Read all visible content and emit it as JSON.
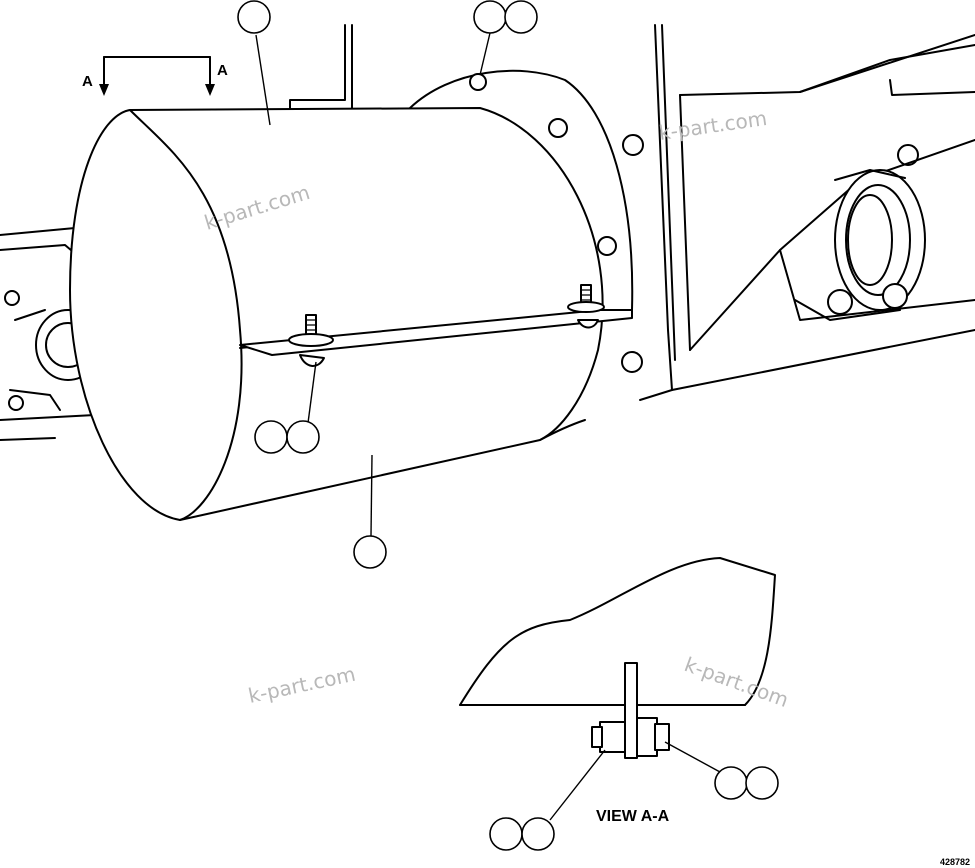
{
  "section_arrows": {
    "left_label": "A",
    "right_label": "A"
  },
  "view_caption": "VIEW A-A",
  "figure_number": "428782",
  "watermarks": [
    "k-part.com",
    "k-part.com",
    "k-part.com",
    "k-part.com"
  ],
  "callout_balloons": [
    {
      "id": "top-cover",
      "text": ""
    },
    {
      "id": "top-bolt-pair",
      "text": ""
    },
    {
      "id": "bottom-bolt-pair",
      "text": ""
    },
    {
      "id": "lower-cover",
      "text": ""
    },
    {
      "id": "view-bolt-left-pair",
      "text": ""
    },
    {
      "id": "view-nut-right-pair",
      "text": ""
    }
  ]
}
